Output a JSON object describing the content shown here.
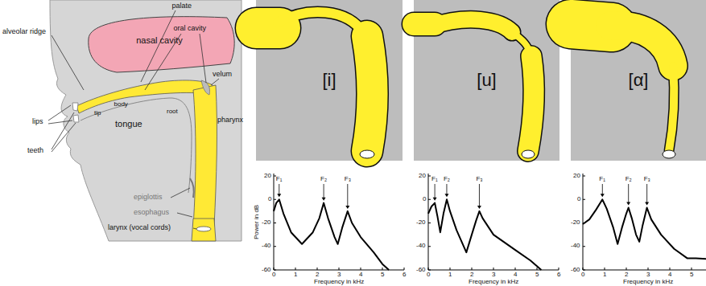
{
  "diagram": {
    "nodes": [
      {
        "text": [
          "nasal cavity"
        ]
      },
      {
        "text": [
          "[i]"
        ]
      },
      {
        "text": [
          "[u]"
        ]
      },
      {
        "text": [
          "[α]"
        ]
      }
    ],
    "labels": [
      "alveolar ridge",
      "palate",
      "oral cavity",
      "velum",
      "body",
      "tip",
      "tongue",
      "root",
      "pharynx",
      "lips",
      "teeth",
      "epiglottis",
      "esophagus",
      "larynx (vocal cords)",
      "F₁",
      "F₂",
      "F₃",
      "Power in dB",
      "20",
      "0",
      "-20",
      "-40",
      "-60",
      "0",
      "1",
      "2",
      "3",
      "4",
      "5",
      "6",
      "Frequency in kHz",
      "F₁",
      "F₂",
      "F₃",
      "20",
      "0",
      "-20",
      "-40",
      "-60",
      "0",
      "1",
      "2",
      "3",
      "4",
      "5",
      "6",
      "Frequency in kHz",
      "F₁",
      "F₂",
      "F₃",
      "20",
      "0",
      "-20",
      "-40",
      "-60",
      "0",
      "1",
      "2",
      "3",
      "4",
      "5",
      "Frequency in kHz"
    ]
  }
}
